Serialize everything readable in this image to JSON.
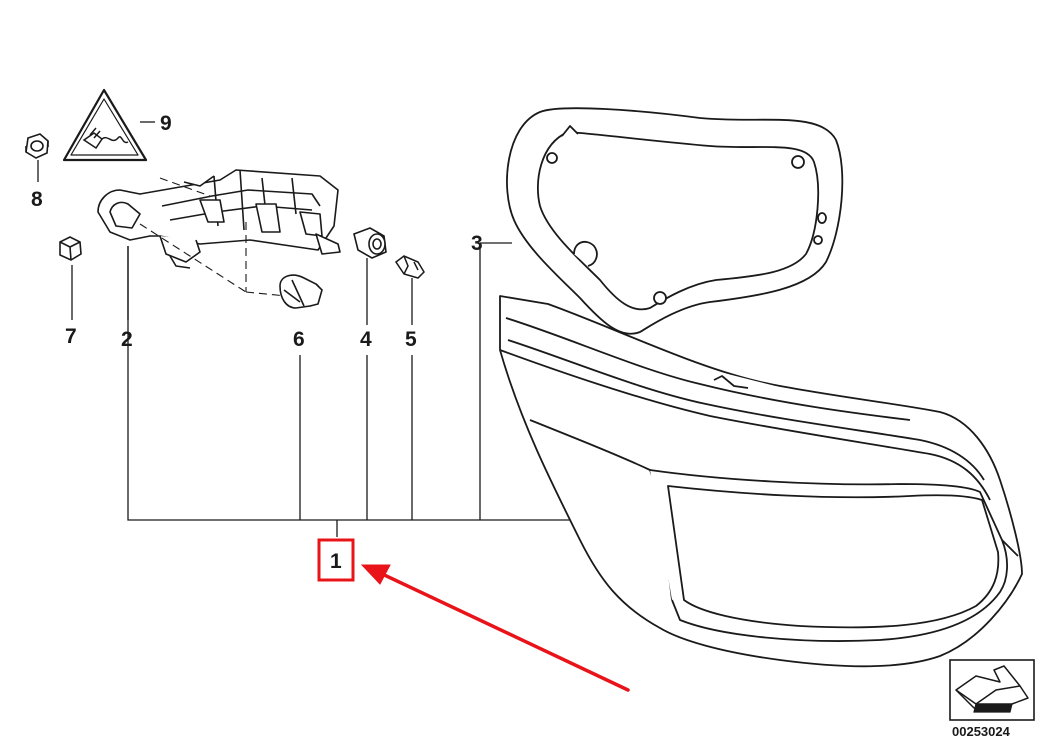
{
  "diagram": {
    "callouts": {
      "c1": "1",
      "c2": "2",
      "c3": "3",
      "c4": "4",
      "c5": "5",
      "c6": "6",
      "c7": "7",
      "c8": "8",
      "c9": "9"
    },
    "document_number": "00253024",
    "colors": {
      "line": "#1a1a1a",
      "highlight": "#e8141a"
    },
    "icons": {
      "warning_triangle": "wiring-warning-triangle-icon",
      "orientation": "vehicle-orientation-icon"
    }
  }
}
